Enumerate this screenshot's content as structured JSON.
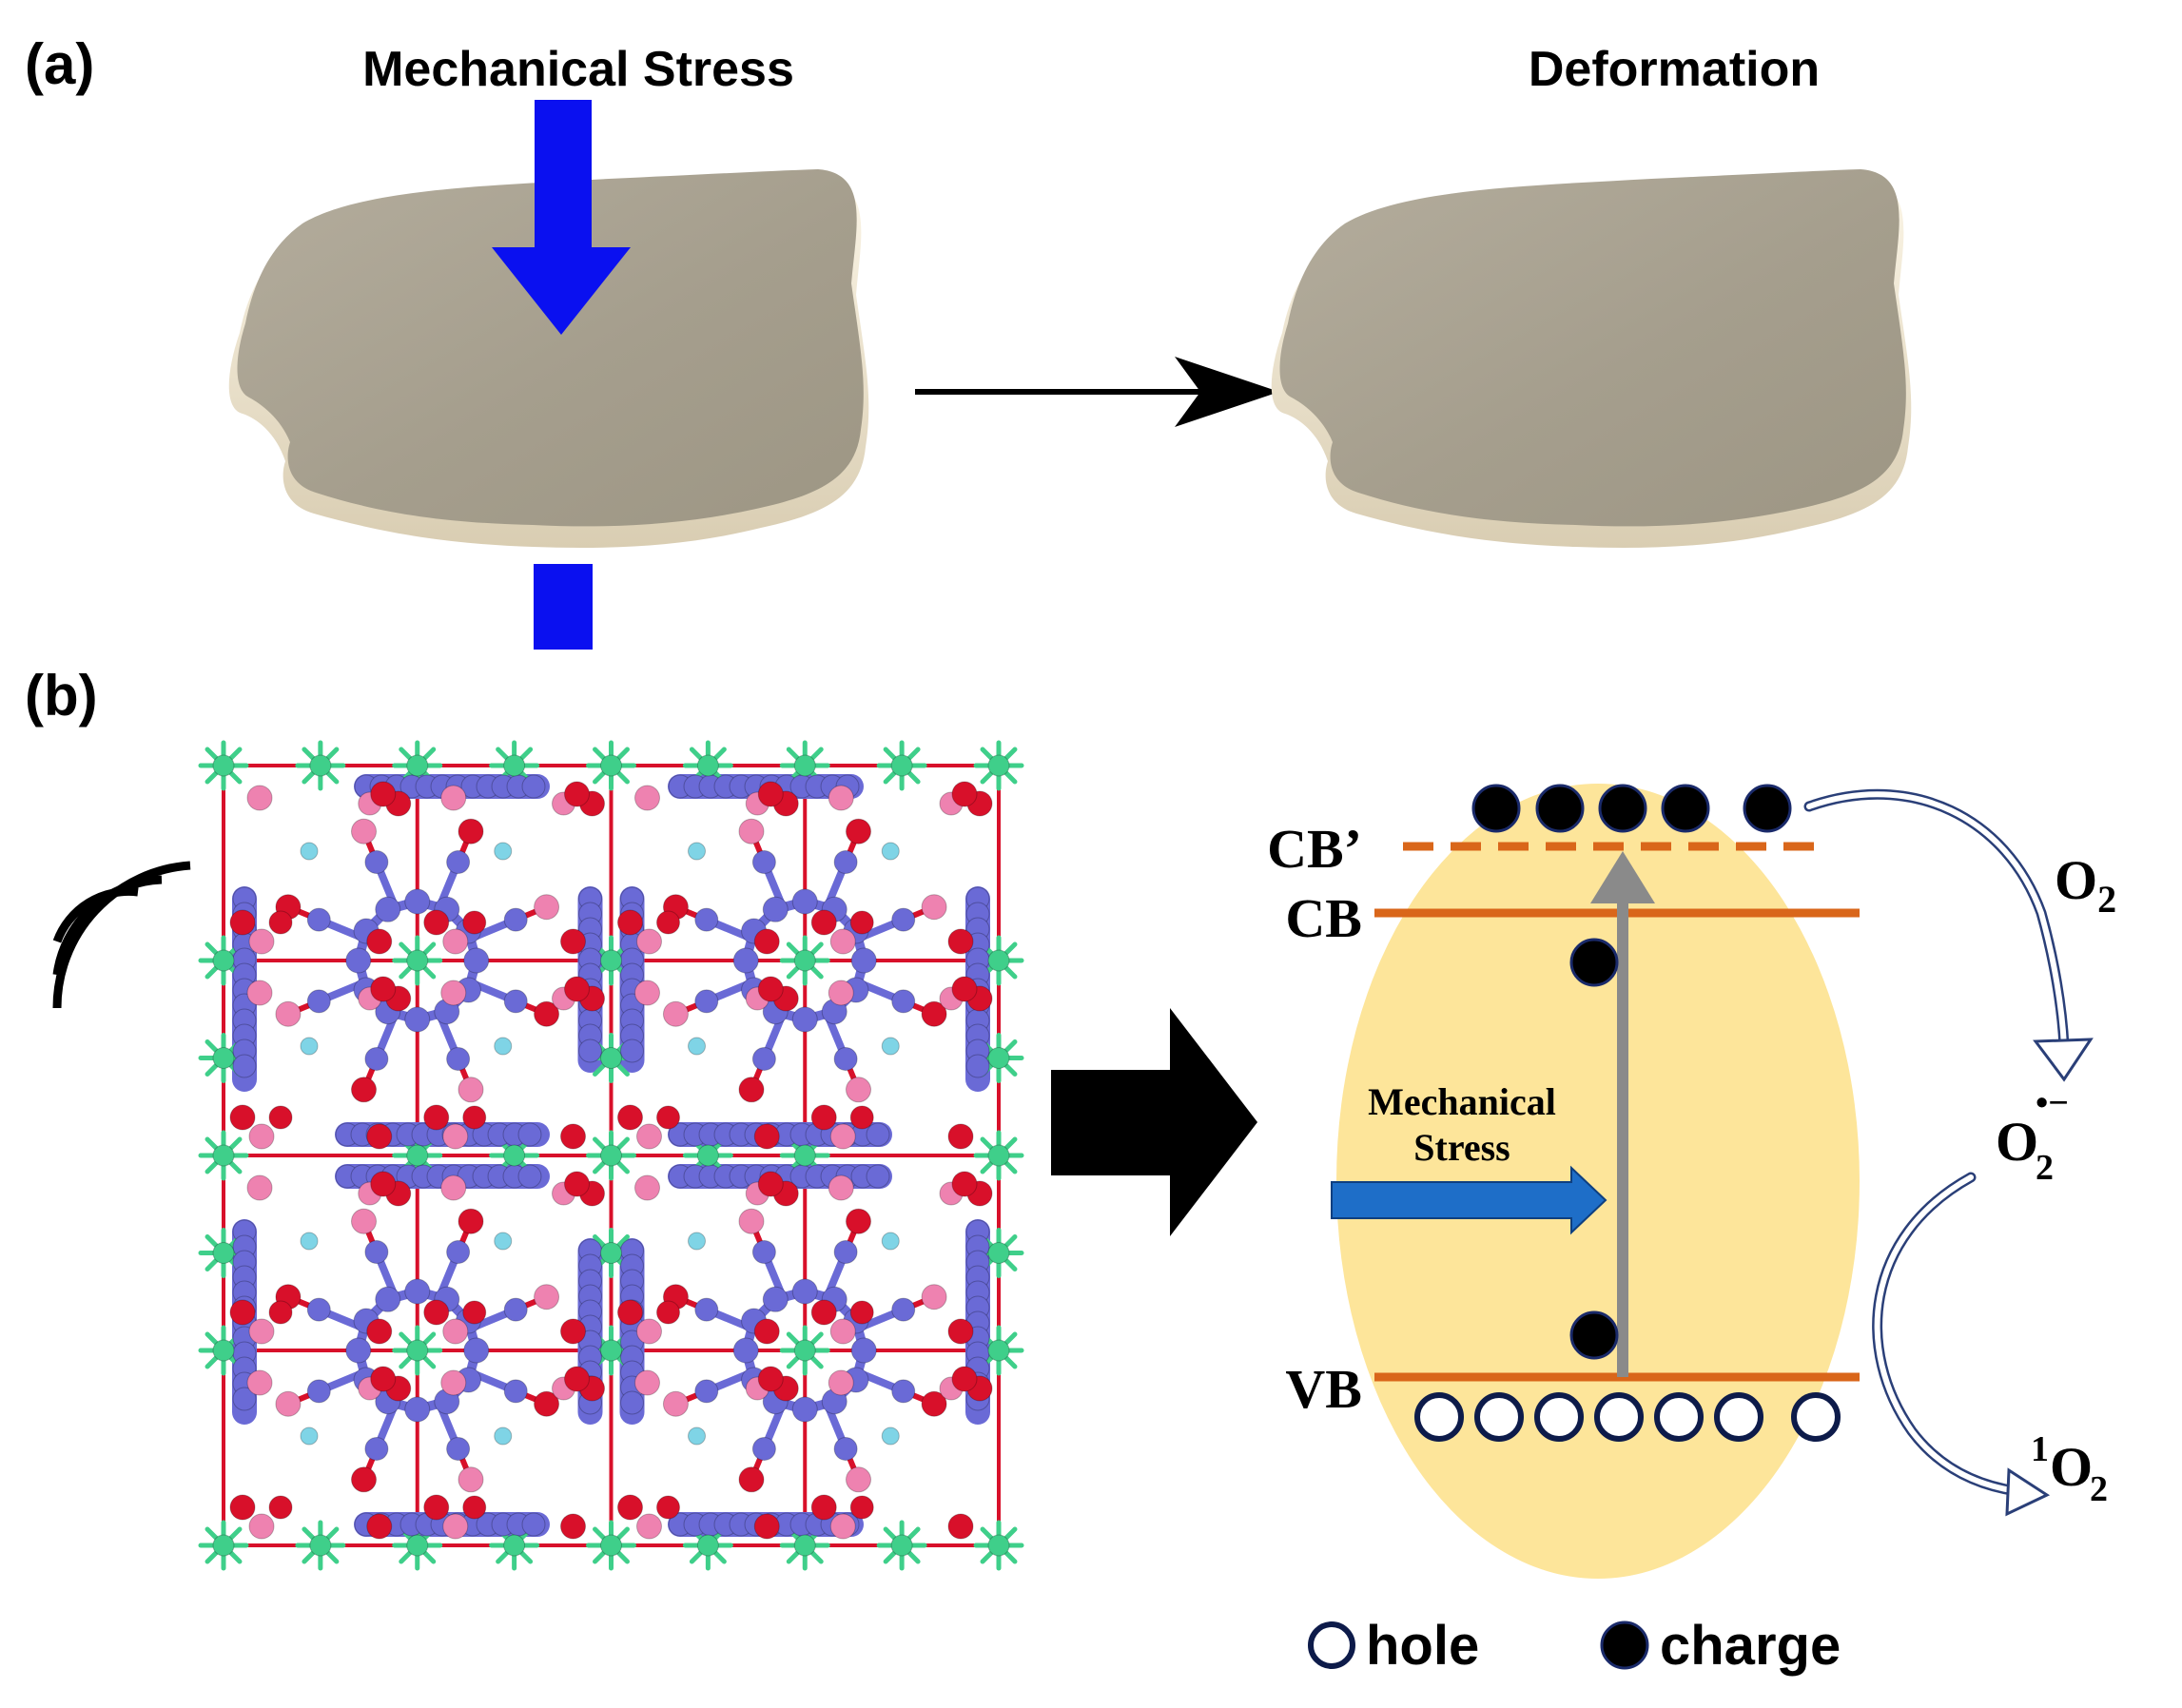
{
  "panel_a": {
    "label": "(a)",
    "left_title": "Mechanical Stress",
    "right_title": "Deformation"
  },
  "panel_b": {
    "label": "(b)",
    "band_labels": {
      "cb_prime": "CB’",
      "cb": "CB",
      "vb": "VB"
    },
    "stress_label_line1": "Mechanical",
    "stress_label_line2": "Stress",
    "species": {
      "o2": "O",
      "o2_sub": "2",
      "superoxide": "O",
      "superoxide_sub": "2",
      "superoxide_sup": "•−",
      "singlet_sup": "1",
      "singlet": "O",
      "singlet_sub": "2"
    },
    "legend": {
      "hole": "hole",
      "charge": "charge"
    }
  },
  "colors": {
    "stress_arrow": "#0a10f0",
    "plate_top": "#a9a291",
    "plate_edge": "#efe6d2",
    "ellipse_fill": "#fde59a",
    "band_line": "#d9661a",
    "band_arrow": "#8a8a8a",
    "stress_blue": "#1e6ec8",
    "atom_zr": "#3fcf8a",
    "atom_o": "#d8102a",
    "atom_c": "#6a6ad6",
    "atom_h": "#ee82b0",
    "atom_cyan": "#7fd4e6"
  }
}
